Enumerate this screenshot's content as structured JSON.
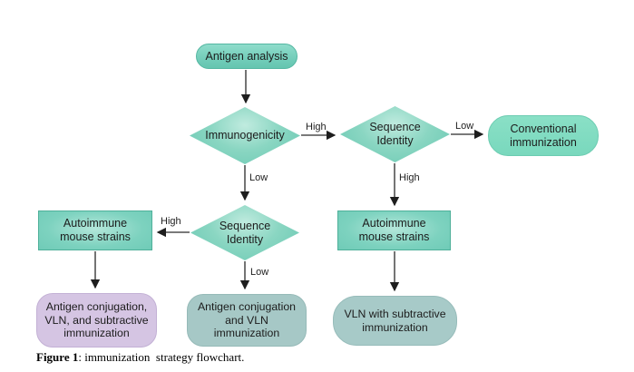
{
  "nodes": {
    "antigen_analysis": "Antigen analysis",
    "immunogenicity": "Immunogenicity",
    "sequence_identity_right": "Sequence\nIdentity",
    "conventional_immunization": "Conventional\nimmunization",
    "sequence_identity_left": "Sequence\nIdentity",
    "autoimmune_mouse_strains_left": "Autoimmune\nmouse strains",
    "autoimmune_mouse_strains_right": "Autoimmune\nmouse strains",
    "antigen_conjugation_vln_subtractive": "Antigen conjugation,\nVLN, and subtractive\nimmunization",
    "antigen_conjugation_vln": "Antigen conjugation\nand VLN\nimmunization",
    "vln_with_subtractive": "VLN with subtractive\nimmunization"
  },
  "edge_labels": {
    "immunogenicity_to_seq_right": "High",
    "seq_right_to_conventional": "Low",
    "immunogenicity_to_seq_left": "Low",
    "seq_left_to_autoimmune_left": "High",
    "seq_right_to_autoimmune_right": "High",
    "seq_left_to_antigen_conj_vln": "Low"
  },
  "caption": {
    "label": "Figure 1",
    "text": ": immunization  strategy flowchart."
  },
  "colors": {
    "teal_node": "#6fcbb7",
    "teal_light_center": "#c0ebdf",
    "mint_pill": "#7fdcc0",
    "lavender_pill": "#d5c5e3",
    "gray_teal_pill": "#a6c8c6",
    "arrow": "#1e1e1e",
    "background": "#ffffff"
  }
}
